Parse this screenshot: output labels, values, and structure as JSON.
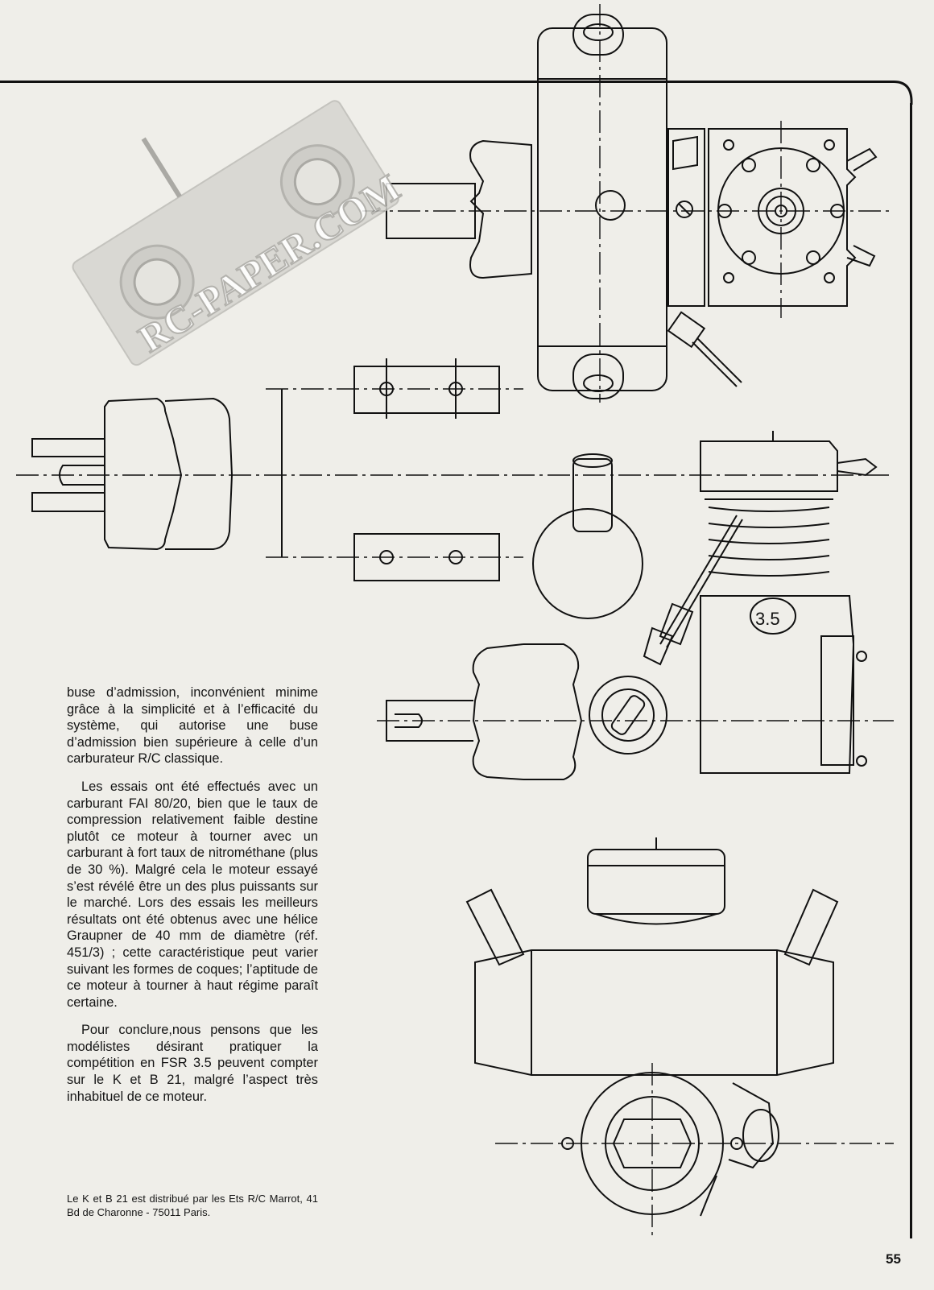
{
  "article": {
    "paragraphs": [
      "buse d’admission, inconvénient minime grâce à la simplicité et à l’efficacité du système, qui autorise une buse d’admission bien supérieure à celle d’un carburateur R/C classique.",
      "Les essais ont été effectués avec un carburant FAI 80/20, bien que le taux de compression relativement faible destine plutôt ce moteur à tourner avec un carburant à fort taux de nitrométhane (plus de 30 %). Malgré cela le moteur essayé s’est révélé être un des plus puissants sur le marché. Lors des essais les meilleurs résultats ont été obtenus avec une hélice Graupner de 40 mm de diamètre (réf. 451/3) ; cette caractéristique peut varier suivant les formes de coques; l’aptitude de ce moteur à tourner à haut régime paraît certaine.",
      "Pour conclure,nous pensons que les modélistes désirant pratiquer la compétition en FSR 3.5 peuvent compter sur le  K et B 21, malgré l’aspect très inhabituel de ce moteur."
    ],
    "footnote": "Le K et B 21 est distribué par les Ets R/C Marrot, 41 Bd de Charonne - 75011 Paris."
  },
  "page_number": "55",
  "watermark": {
    "text": "RC-PAPER.COM"
  },
  "drawing": {
    "engine_label": "3.5"
  },
  "colors": {
    "ink": "#111111",
    "paper": "#efeee9",
    "watermark": "#d2d1cc"
  }
}
